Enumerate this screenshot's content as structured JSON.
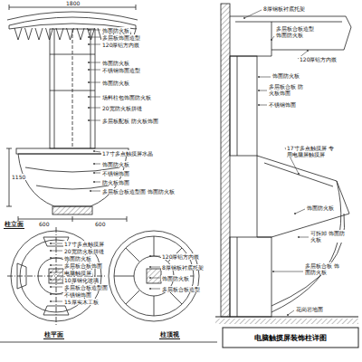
{
  "diagram": {
    "title": "电脑触摸屏装饰柱详图",
    "labels": [
      "1800",
      "饰面防火板",
      "多层板饰面造型",
      "120厚铝方内嵌",
      "饰面防火板",
      "不锈钢饰面造型",
      "饰面防火板",
      "场料柱包饰面防火板",
      "20宽防火板拼缝",
      "多层板配板 防火板饰面",
      "17寸多点触摸屏水晶",
      "饰面防火板",
      "不锈钢饰面",
      "防火板饰面",
      "多层板合板造型面 饰面防火板",
      "1150",
      "600",
      "600",
      "柱立面",
      "17寸多点触摸屏",
      "20宽防火板拼缝",
      "饰面防火板",
      "多层板合板饰面",
      "电脑触摸屏",
      "10厚钢化玻璃",
      "多层板合板造型面",
      "不锈钢饰面",
      "15厚实木工板",
      "柱平面",
      "120厚铝方内嵌",
      "8厚钢板衬底托架",
      "饰面防火板",
      "多层板合板造型",
      "柱顶视",
      "8厚钢板衬底托架",
      "多层板合板造型 饰面防火板",
      "120厚铝方内嵌",
      "饰面防火板",
      "多层板合板 防火板饰面",
      "不锈钢饰面",
      "17寸多点触摸屏 专用电脑屏触摸屏",
      "饰面防火板",
      "可拆卸 饰面防火板",
      "多层板合板 饰面防火板",
      "花岗岩地面"
    ]
  }
}
